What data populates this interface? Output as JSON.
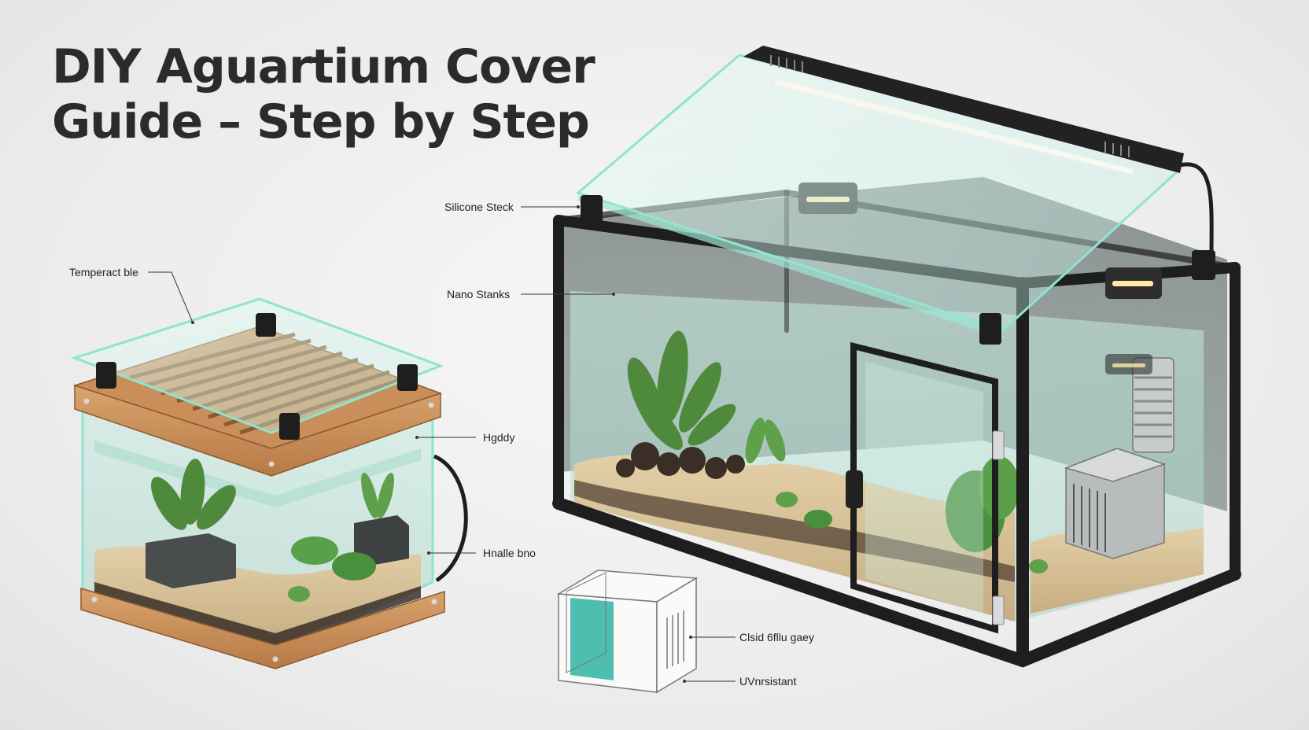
{
  "title": {
    "line1": "DIY Aguartium Cover",
    "line2": "Guide – Step by Step"
  },
  "callouts": {
    "silicone": "Silicone Steck",
    "nano": "Nano Stanks",
    "temperact": "Temperact ble",
    "hgddy": "Hgddy",
    "hnalle": "Hnalle bno",
    "clid": "Clsid 6fllu gaey",
    "uv": "UVnrsistant"
  },
  "colors": {
    "glass_edge": "#8fe3cf",
    "frame": "#1e1e1e",
    "wood": "#c98e5a",
    "sand": "#d9c29a",
    "plant": "#4f8a3c",
    "teal_panel": "#2fb3a0"
  }
}
